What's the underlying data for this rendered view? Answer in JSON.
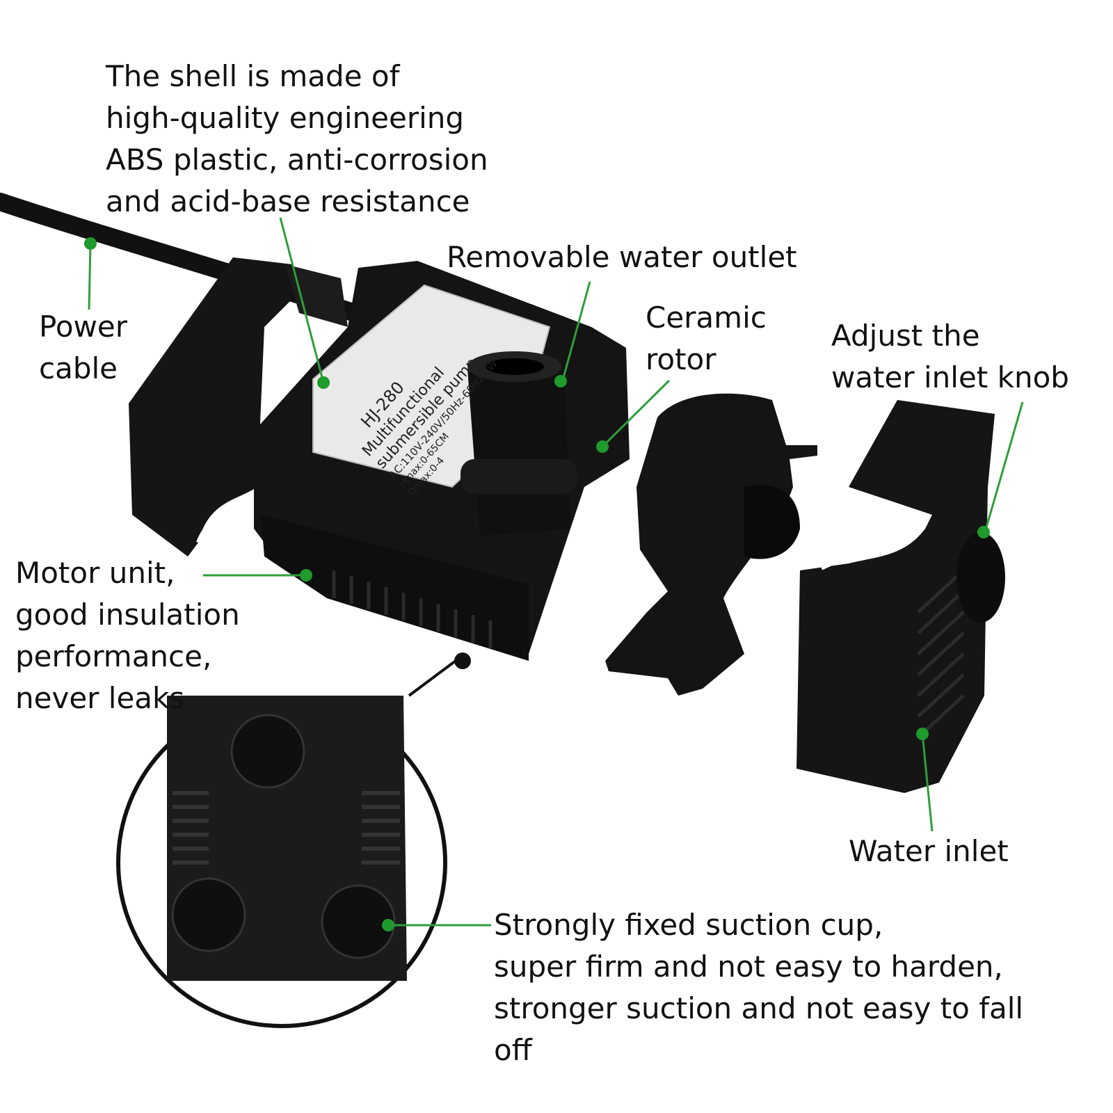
{
  "colors": {
    "leader": "#2e9e3a",
    "dot": "#1f9a2c",
    "product": "#141414",
    "text": "#111111"
  },
  "callouts": {
    "shell": [
      "The shell is made of",
      "high-quality engineering",
      "ABS plastic, anti-corrosion",
      "and acid-base resistance"
    ],
    "power_cable": [
      "Power",
      "cable"
    ],
    "water_outlet": [
      "Removable water outlet"
    ],
    "ceramic_rotor": [
      "Ceramic",
      "rotor"
    ],
    "inlet_knob": [
      "Adjust the",
      "water inlet knob"
    ],
    "motor_unit": [
      "Motor unit,",
      "good insulation",
      "performance,",
      "never leaks"
    ],
    "water_inlet": [
      "Water inlet"
    ],
    "suction_cup": [
      "Strongly fixed suction cup,",
      "super firm and not easy to harden,",
      "stronger suction and not easy to fall",
      "off"
    ]
  },
  "pump_label": {
    "model": "HJ-280",
    "line1": "Multifunctional",
    "line2": "submersible pump",
    "line3": "AC:110V-240V/50Hz-60Hz 5W",
    "line4": "Hmax:0-65CM",
    "line5": "Qmax:0-4"
  }
}
